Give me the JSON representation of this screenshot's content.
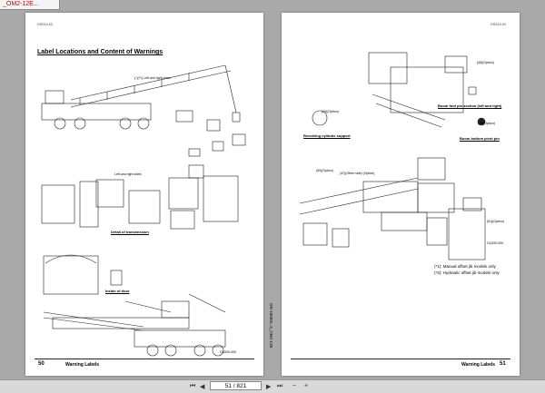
{
  "tab": {
    "title": "_OM2-12E..."
  },
  "left_page": {
    "header_code": "GSG10-03",
    "title": "Label Locations and Content of Warnings",
    "captions": {
      "transmission": "Detail of transmission",
      "door": "Inside of door"
    },
    "notes": {
      "left_right_top": "(·)(*1) Left and right  sides",
      "left_right_mid": "Left and right  sides"
    },
    "drawing_code": "GLD00-000",
    "page_number": "50",
    "footer_title": "Warning Labels",
    "side_text": "GR-1000XL-3_OM2-12E"
  },
  "right_page": {
    "header_code": "GSG10-03",
    "captions": {
      "revolving": "Revolving cylinder support",
      "boom_foot": "Boom foot pin section (left and right)",
      "boom_bottom": "Boom bottom pivot pin"
    },
    "labels": {
      "option_46": "(46)(Option)",
      "option_48": "(48)(Option)",
      "option_49": "(49)(Option)",
      "option_other": "(47)(Other side) (Option)",
      "option_51": "(51)(Option)",
      "option_50": "(50)(Option)"
    },
    "footnotes": [
      "(*1): Manual offset jib models only",
      "(*2): Hydraulic offset jib models only"
    ],
    "drawing_code": "GLD00-000",
    "page_number": "51",
    "footer_title": "Warning Labels"
  },
  "viewer": {
    "page_field": "51 / 821",
    "controls": [
      "first-icon",
      "prev-icon",
      "next-icon",
      "last-icon",
      "zoom-out-icon",
      "zoom-in-icon"
    ]
  }
}
